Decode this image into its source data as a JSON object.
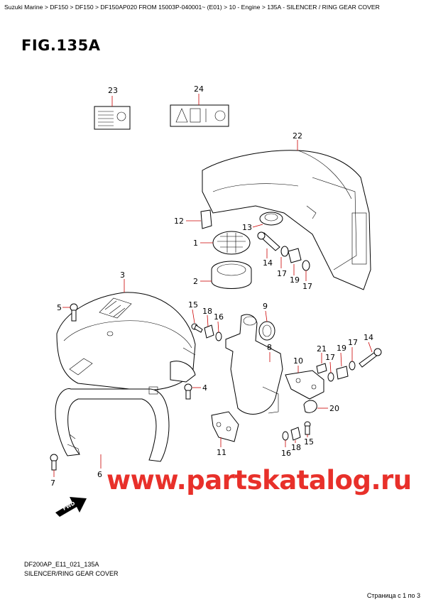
{
  "breadcrumb": "Suzuki Marine > DF150 > DF150 > DF150AP020 FROM 15003P-040001~ (E01) > 10 - Engine > 135A - SILENCER / RING GEAR COVER",
  "figure_title": "FIG.135A",
  "callouts": {
    "c23": "23",
    "c24": "24",
    "c22": "22",
    "c12": "12",
    "c13": "13",
    "c1": "1",
    "c2": "2",
    "c3": "3",
    "c5": "5",
    "c14a": "14",
    "c17a": "17",
    "c19a": "19",
    "c17b": "17",
    "c15a": "15",
    "c18a": "18",
    "c16a": "16",
    "c9": "9",
    "c8": "8",
    "c10": "10",
    "c21": "21",
    "c17c": "17",
    "c19b": "19",
    "c17d": "17",
    "c14b": "14",
    "c4": "4",
    "c20": "20",
    "c15b": "15",
    "c18b": "18",
    "c16b": "16",
    "c11": "11",
    "c6": "6",
    "c7": "7"
  },
  "watermark": "www.partskatalog.ru",
  "fwd_label": "FWD",
  "doc_code": "DF200AP_E11_021_135A",
  "doc_subtitle": "SILENCER/RING GEAR COVER",
  "page_indicator": "Страница с 1 по 3"
}
